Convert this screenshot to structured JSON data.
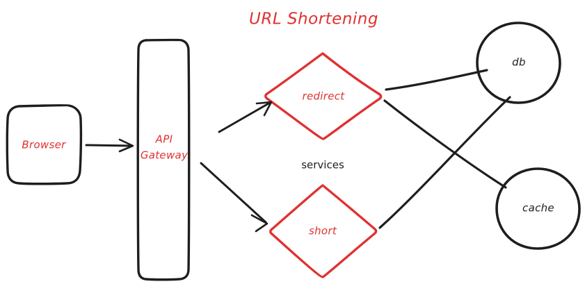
{
  "diagram": {
    "title": "URL Shortening",
    "group_label": "services",
    "colors": {
      "title": "#e03131",
      "label_red": "#e03131",
      "label_dark": "#1e1e1e",
      "browser_fill": "#ffc9c9",
      "gateway_fill": "#a5d8fb",
      "service_fill": "#ffe599",
      "service_stroke": "#e03131",
      "store_fill": "#a5d8fb",
      "store_stroke": "#1e1e1e",
      "edge": "#1e1e1e",
      "background": "#ffffff"
    },
    "nodes": [
      {
        "id": "browser",
        "label": "Browser",
        "shape": "rounded-rect",
        "fill": "#ffc9c9",
        "stroke": "#1e1e1e",
        "text_color": "#e03131"
      },
      {
        "id": "api-gateway",
        "label": "API Gateway",
        "label_line1": "API",
        "label_line2": "Gateway",
        "shape": "tall-rounded-rect",
        "fill": "#a5d8fb",
        "stroke": "#1e1e1e",
        "text_color": "#e03131"
      },
      {
        "id": "redirect",
        "label": "redirect",
        "shape": "diamond",
        "fill": "#ffe599",
        "stroke": "#e03131",
        "text_color": "#e03131"
      },
      {
        "id": "short",
        "label": "short",
        "shape": "diamond",
        "fill": "#ffe599",
        "stroke": "#e03131",
        "text_color": "#e03131"
      },
      {
        "id": "db",
        "label": "db",
        "shape": "circle",
        "fill": "#a5d8fb",
        "stroke": "#1e1e1e",
        "text_color": "#1e1e1e"
      },
      {
        "id": "cache",
        "label": "cache",
        "shape": "circle",
        "fill": "#a5d8fb",
        "stroke": "#1e1e1e",
        "text_color": "#1e1e1e"
      }
    ],
    "edges": [
      {
        "id": "browser-to-gateway",
        "from": "browser",
        "to": "api-gateway",
        "arrow": true
      },
      {
        "id": "gateway-to-redirect",
        "from": "api-gateway",
        "to": "redirect",
        "arrow": true
      },
      {
        "id": "gateway-to-short",
        "from": "api-gateway",
        "to": "short",
        "arrow": true
      },
      {
        "id": "redirect-to-db",
        "from": "redirect",
        "to": "db",
        "arrow": false
      },
      {
        "id": "redirect-to-cache",
        "from": "redirect",
        "to": "cache",
        "arrow": false
      },
      {
        "id": "short-to-db",
        "from": "short",
        "to": "db",
        "arrow": false
      }
    ]
  }
}
